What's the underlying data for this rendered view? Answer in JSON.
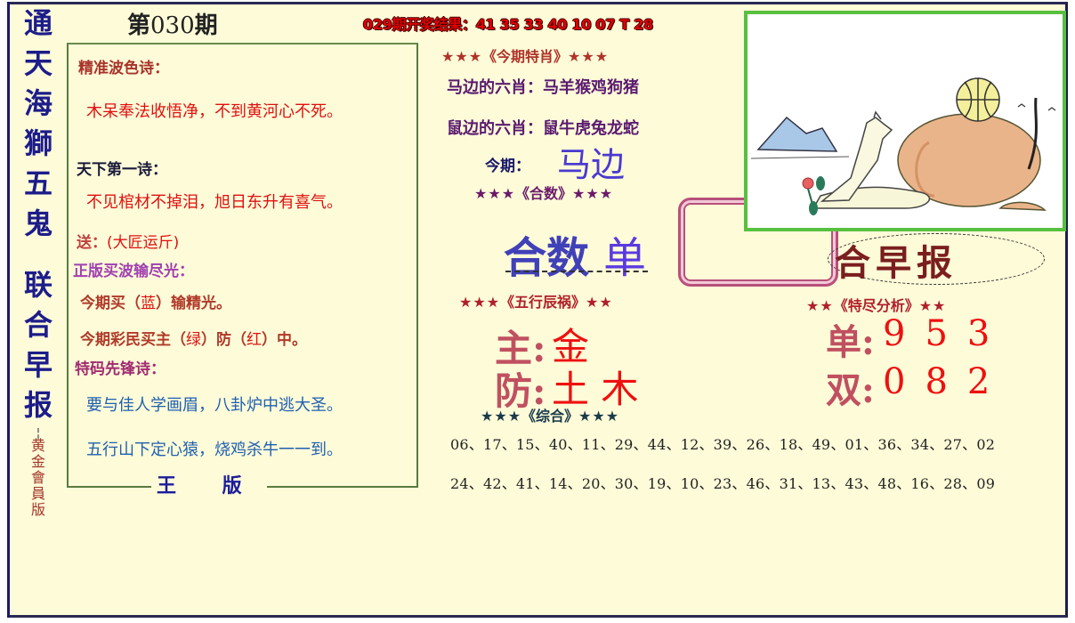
{
  "sidebar": {
    "title_chars": [
      "通",
      "天",
      "海",
      "獅",
      "五",
      "鬼",
      "联",
      "合",
      "早",
      "报"
    ],
    "subtitle_chars": [
      "黄",
      "金",
      "會",
      "員",
      "版"
    ]
  },
  "header": {
    "issue_prefix": "第",
    "issue_number": "030",
    "issue_suffix": "期",
    "previous_result": "029期开奖结果：41 35 33 40 10 07 T 28"
  },
  "poem_box": {
    "wave_poem_heading": "精准波色诗：",
    "wave_poem_line": "木呆奉法收悟净，不到黄河心不死。",
    "top_poem_heading": "天下第一诗：",
    "top_poem_line": "不见棺材不掉泪，旭日东升有喜气。",
    "gift_label": "送：",
    "gift_value": "(大匠运斤)",
    "wave_heading": "正版买波输尽光：",
    "wave_line1_prefix": "今期买（",
    "wave_line1_color": "蓝",
    "wave_line1_suffix": "）输精光。",
    "wave_line2_prefix": "今期彩民买主（",
    "wave_line2_main": "绿",
    "wave_line2_mid": "）防（",
    "wave_line2_guard": "红",
    "wave_line2_suffix": "）中。",
    "pioneer_heading": "特码先锋诗：",
    "pioneer_line1": "要与佳人学画眉，八卦炉中逃大圣。",
    "pioneer_line2": "五行山下定心猿，烧鸡杀牛一一到。",
    "footer_mark": "王 版"
  },
  "special_zodiac": {
    "heading": "《今期特肖》",
    "stars_left": "★★★",
    "stars_right": "★★★",
    "horse_side_label": "马边的六肖：",
    "horse_side_value": "马羊猴鸡狗猪",
    "rat_side_label": "鼠边的六肖：",
    "rat_side_value": "鼠牛虎兔龙蛇",
    "this_period_label": "今期：",
    "this_period_value": "马边"
  },
  "sum_section": {
    "heading": "《合数》",
    "stars_left": "★★★",
    "stars_right": "★★★",
    "label": "合数",
    "value": "单"
  },
  "five_elements": {
    "heading": "《五行辰祸》",
    "stars_left": "★★★",
    "stars_right": "★★",
    "main_label": "主:",
    "main_value": "金",
    "guard_label": "防:",
    "guard_value": "土 木"
  },
  "combined": {
    "heading": "《综合》",
    "stars_left": "★★★",
    "stars_right": "★★★",
    "row1": [
      "06",
      "17",
      "15",
      "40",
      "11",
      "29",
      "44",
      "12",
      "39",
      "26",
      "18",
      "49",
      "01",
      "36",
      "34",
      "27",
      "02"
    ],
    "row2": [
      "24",
      "42",
      "41",
      "14",
      "20",
      "30",
      "19",
      "10",
      "23",
      "46",
      "31",
      "13",
      "43",
      "48",
      "16",
      "28",
      "09"
    ],
    "separator": "、"
  },
  "paper_title": "合早报",
  "special_analysis": {
    "heading": "《特尽分析》",
    "stars_left": "★★",
    "stars_right": "★★",
    "odd_label": "单:",
    "odd_value": "953",
    "even_label": "双:",
    "even_value": "082"
  },
  "illustration": {
    "description": "dog lying beside rock with basketball, flower and mountains"
  },
  "colors": {
    "background": "#fdfbd8",
    "title_blue": "#1c1c8a",
    "accent_red": "#e01010",
    "frame_green": "#58c040",
    "pink_box": "#b8507a"
  }
}
